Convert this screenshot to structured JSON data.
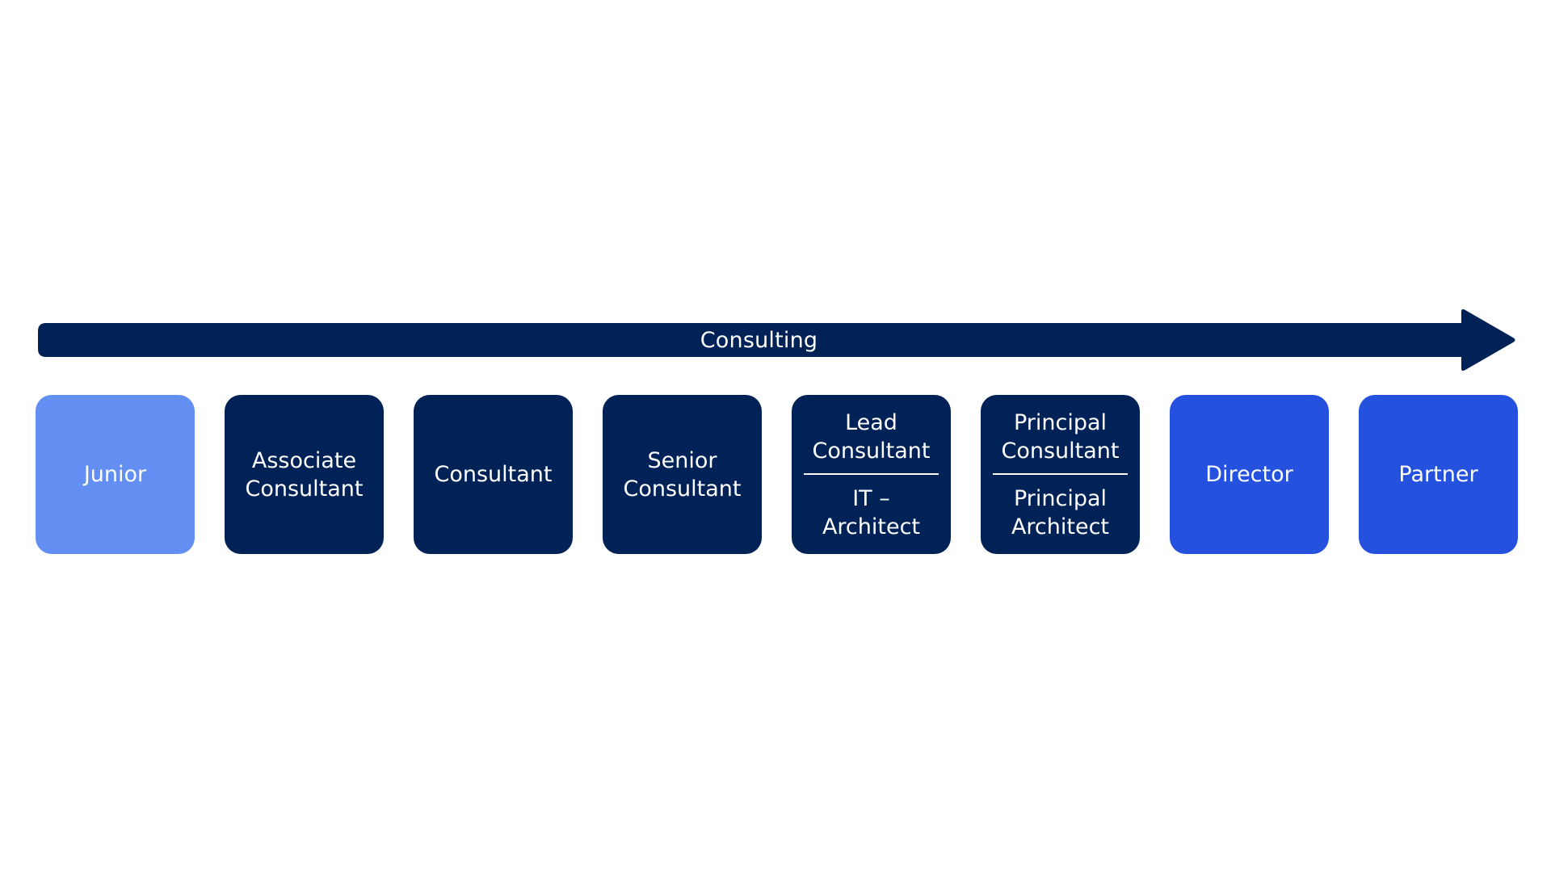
{
  "colors": {
    "background": "#ffffff",
    "navy": "#012257",
    "light_blue": "#638ff2",
    "royal_blue": "#2451de",
    "text": "#ffffff"
  },
  "arrow": {
    "label": "Consulting",
    "color": "#012257"
  },
  "boxes": [
    {
      "lines": [
        "Junior"
      ],
      "color": "#638ff2"
    },
    {
      "lines": [
        "Associate",
        "Consultant"
      ],
      "color": "#012257"
    },
    {
      "lines": [
        "Consultant"
      ],
      "color": "#012257"
    },
    {
      "lines": [
        "Senior",
        "Consultant"
      ],
      "color": "#012257"
    },
    {
      "top_lines": [
        "Lead",
        "Consultant"
      ],
      "bottom_lines": [
        "IT –",
        "Architect"
      ],
      "color": "#012257"
    },
    {
      "top_lines": [
        "Principal",
        "Consultant"
      ],
      "bottom_lines": [
        "Principal",
        "Architect"
      ],
      "color": "#012257"
    },
    {
      "lines": [
        "Director"
      ],
      "color": "#2451de"
    },
    {
      "lines": [
        "Partner"
      ],
      "color": "#2451de"
    }
  ]
}
